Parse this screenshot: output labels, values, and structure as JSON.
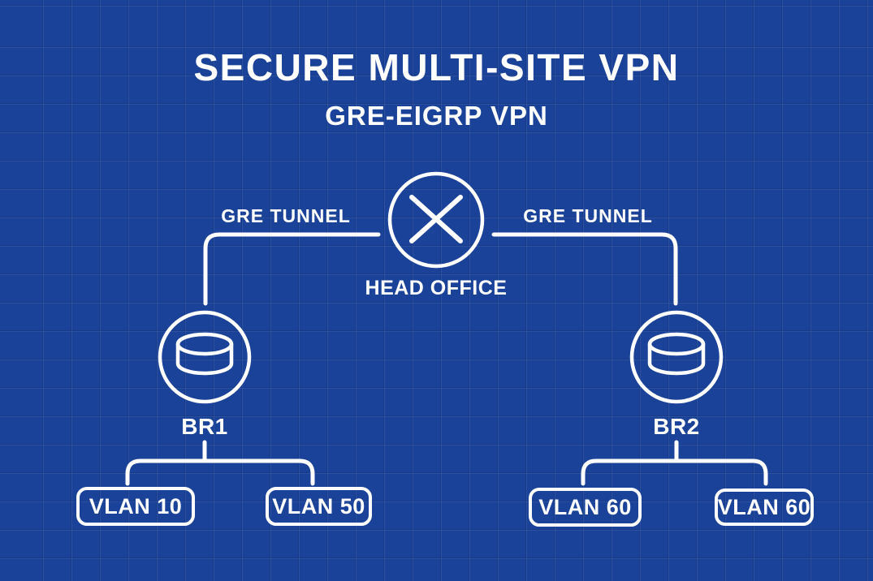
{
  "title": "SECURE MULTI-SITE VPN",
  "subtitle": "GRE-EIGRP VPN",
  "colors": {
    "background": "#1b4299",
    "grid_line_light": "rgba(255,255,255,0.08)",
    "grid_line_dark": "rgba(0,0,0,0.10)",
    "stroke": "#ffffff",
    "text": "#ffffff"
  },
  "head_office": {
    "label": "HEAD OFFICE",
    "icon": "x-circle-router-icon"
  },
  "tunnels": {
    "left_label": "GRE TUNNEL",
    "right_label": "GRE TUNNEL"
  },
  "branches": [
    {
      "label": "BR1",
      "icon": "disk-cylinder-router-icon",
      "vlans": [
        "VLAN 10",
        "VLAN 50"
      ]
    },
    {
      "label": "BR2",
      "icon": "disk-cylinder-router-icon",
      "vlans": [
        "VLAN 60",
        "VLAN 60"
      ]
    }
  ]
}
